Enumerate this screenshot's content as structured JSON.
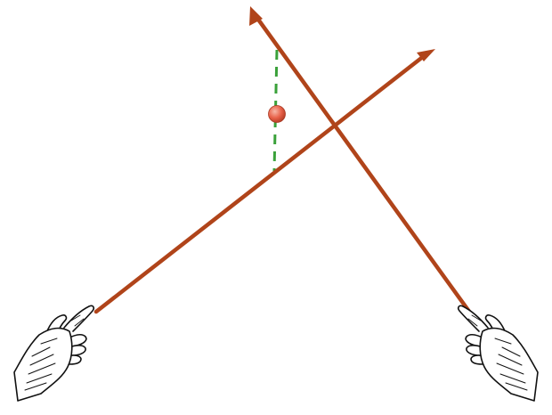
{
  "diagram": {
    "elements": [
      {
        "name": "left-hand-icon",
        "kind": "icon",
        "depicts": "pointing-hand"
      },
      {
        "name": "right-hand-icon",
        "kind": "icon",
        "depicts": "pointing-hand"
      },
      {
        "name": "arrow-from-left-hand",
        "kind": "arrow"
      },
      {
        "name": "arrow-from-right-hand",
        "kind": "arrow"
      },
      {
        "name": "dashed-vertical-segment",
        "kind": "dashed-line"
      },
      {
        "name": "point-marker",
        "kind": "dot"
      }
    ],
    "colors": {
      "arrow": "#b0441a",
      "dashed_line": "#3aa13a",
      "point_fill": "#e8624a",
      "point_highlight": "#f7b8a8",
      "hand_outline": "#111111",
      "hand_fill": "#ffffff",
      "background": "#ffffff"
    }
  }
}
